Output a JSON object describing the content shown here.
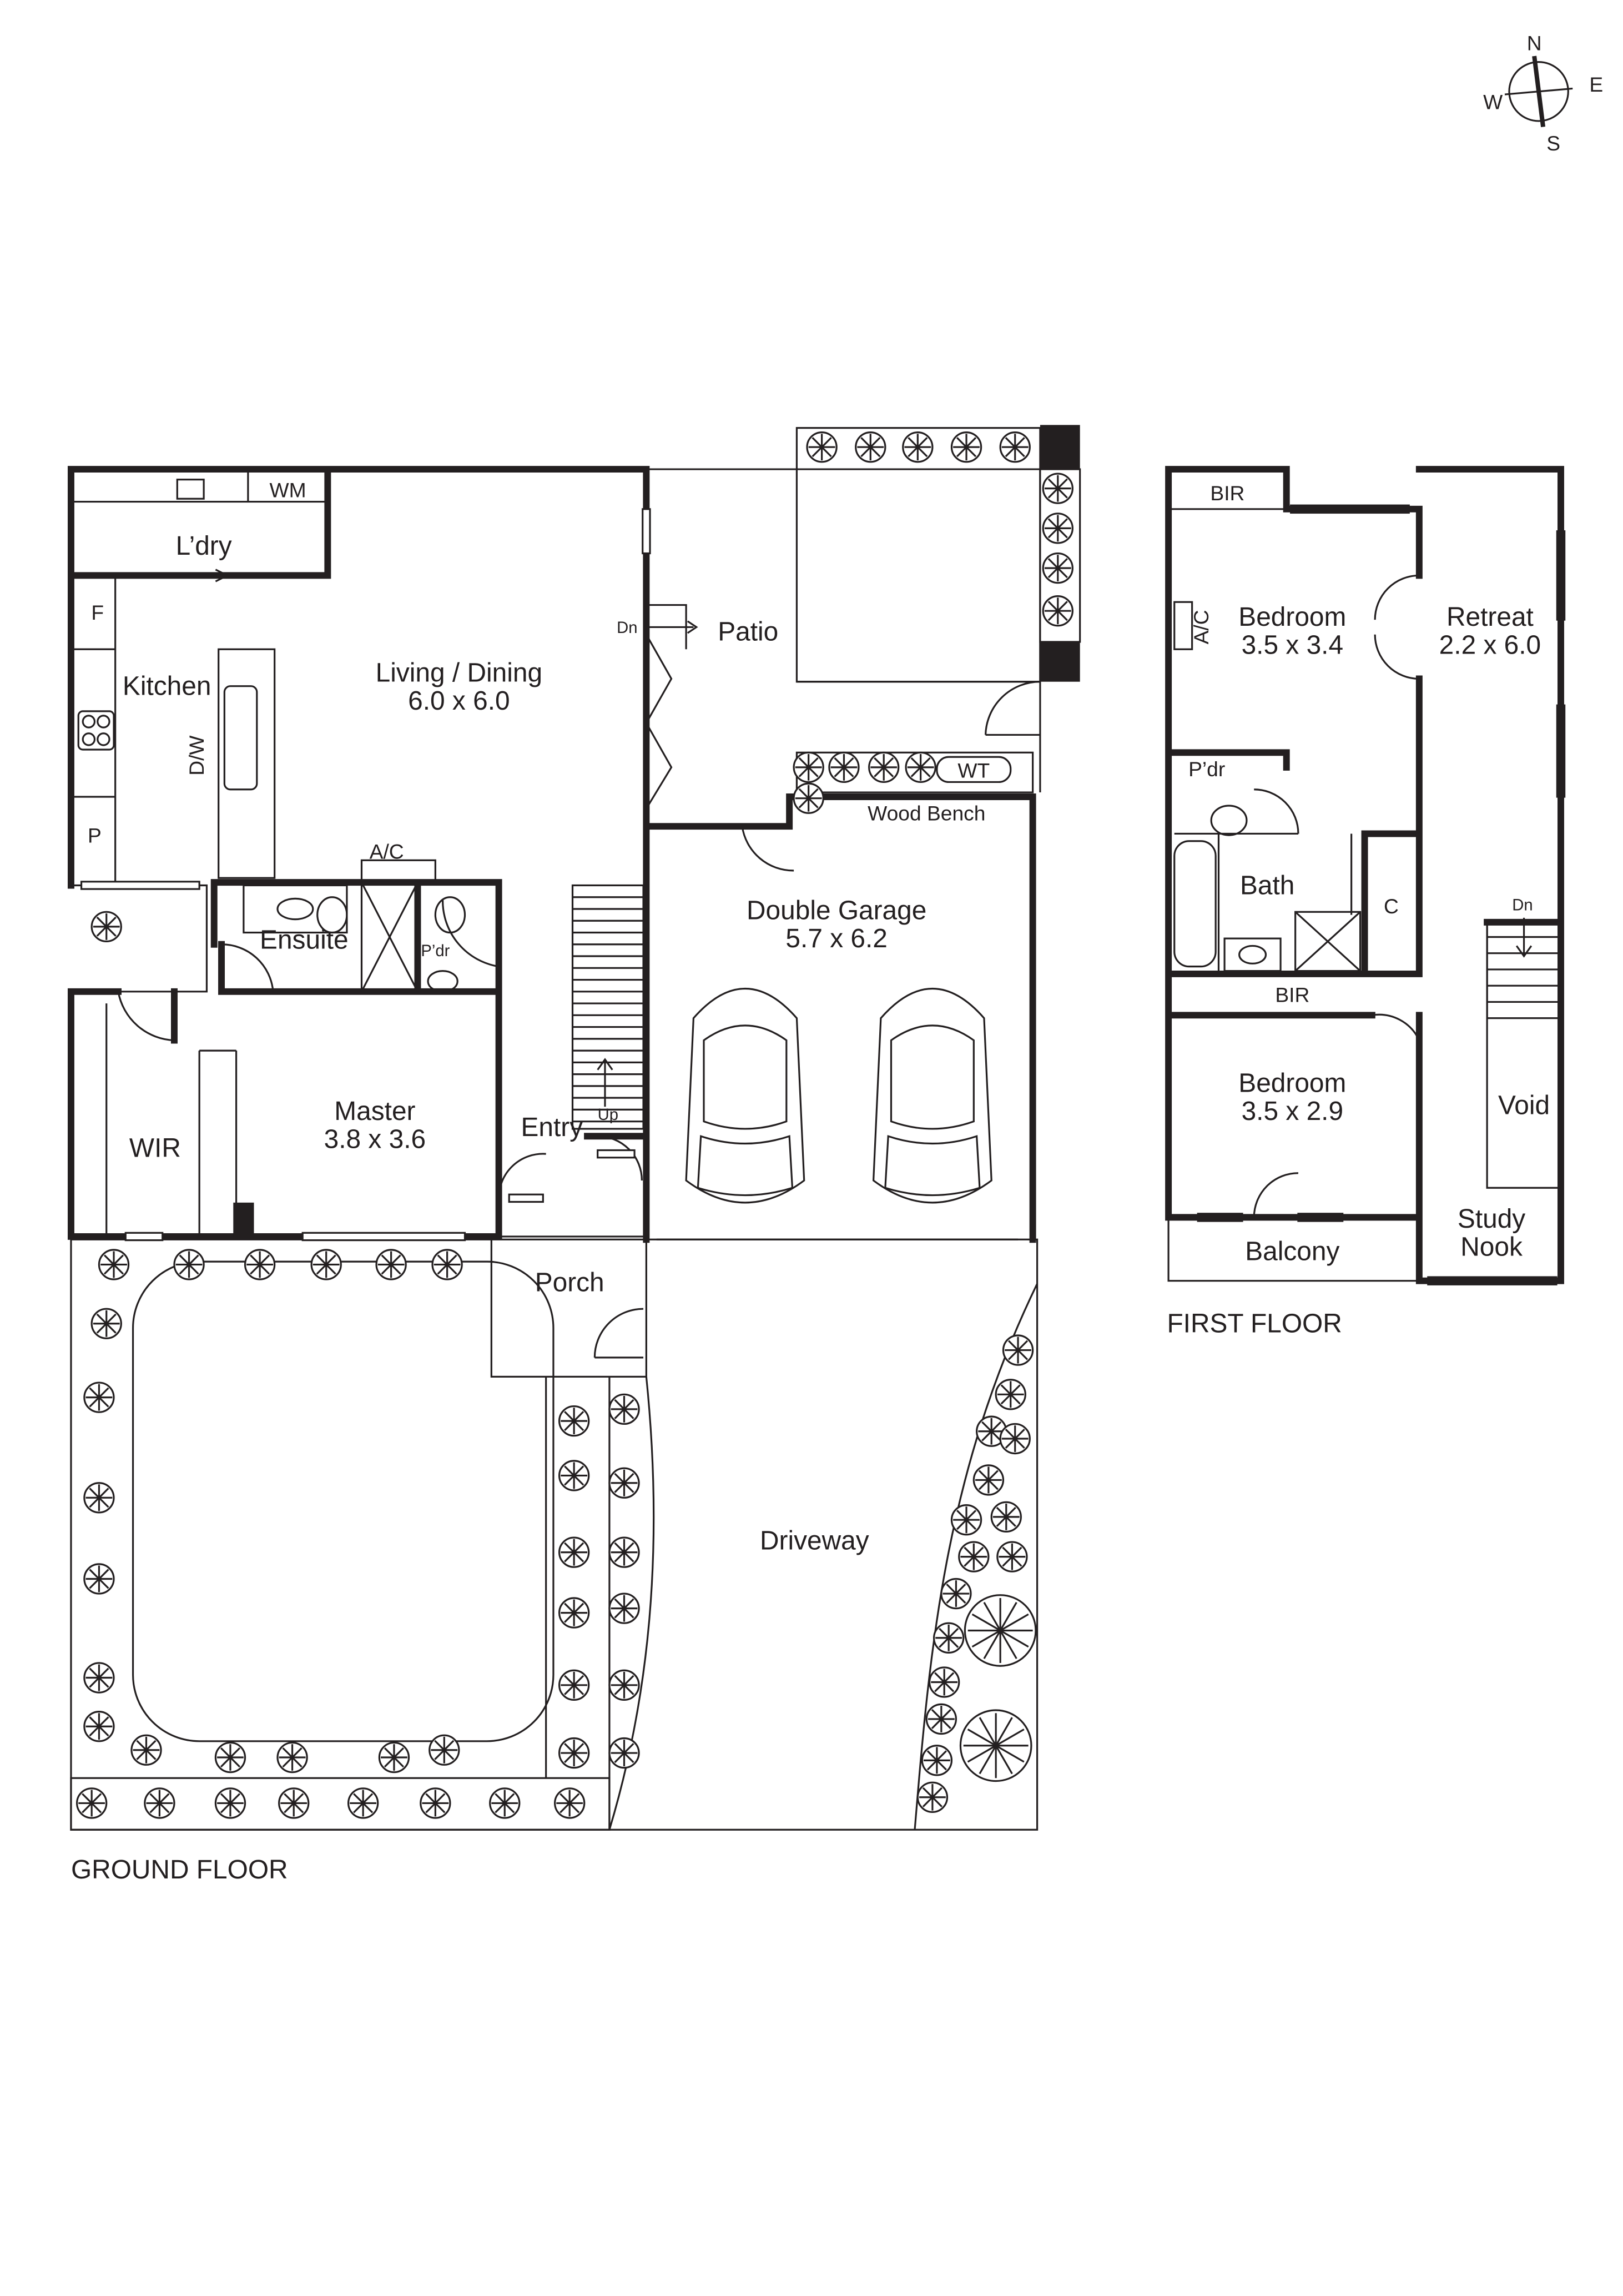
{
  "compass": {
    "n": "N",
    "e": "E",
    "s": "S",
    "w": "W"
  },
  "ground_floor": {
    "caption": "GROUND FLOOR",
    "laundry": "L’dry",
    "washing_machine": "WM",
    "fridge": "F",
    "kitchen": "Kitchen",
    "dishwasher": "D/W",
    "pantry": "P",
    "living": {
      "name": "Living / Dining",
      "size": "6.0 x 6.0"
    },
    "ac": "A/C",
    "ensuite": "Ensuite",
    "powder": "P’dr",
    "wir": "WIR",
    "master": {
      "name": "Master",
      "size": "3.8 x 3.6"
    },
    "entry": "Entry",
    "stairs_up": "Up",
    "stairs_down": "Dn",
    "patio": "Patio",
    "water_tank": "WT",
    "wood_bench": "Wood Bench",
    "garage": {
      "name": "Double Garage",
      "size": "5.7 x 6.2"
    },
    "porch": "Porch",
    "driveway": "Driveway"
  },
  "first_floor": {
    "caption": "FIRST FLOOR",
    "bir_top": "BIR",
    "bedroom1": {
      "name": "Bedroom",
      "size": "3.5 x 3.4"
    },
    "ac": "A/C",
    "retreat": {
      "name": "Retreat",
      "size": "2.2 x 6.0"
    },
    "powder": "P’dr",
    "bath": "Bath",
    "cupboard": "C",
    "bir_mid": "BIR",
    "stairs_down": "Dn",
    "void": "Void",
    "bedroom2": {
      "name": "Bedroom",
      "size": "3.5 x 2.9"
    },
    "study": {
      "line1": "Study",
      "line2": "Nook"
    },
    "balcony": "Balcony"
  }
}
